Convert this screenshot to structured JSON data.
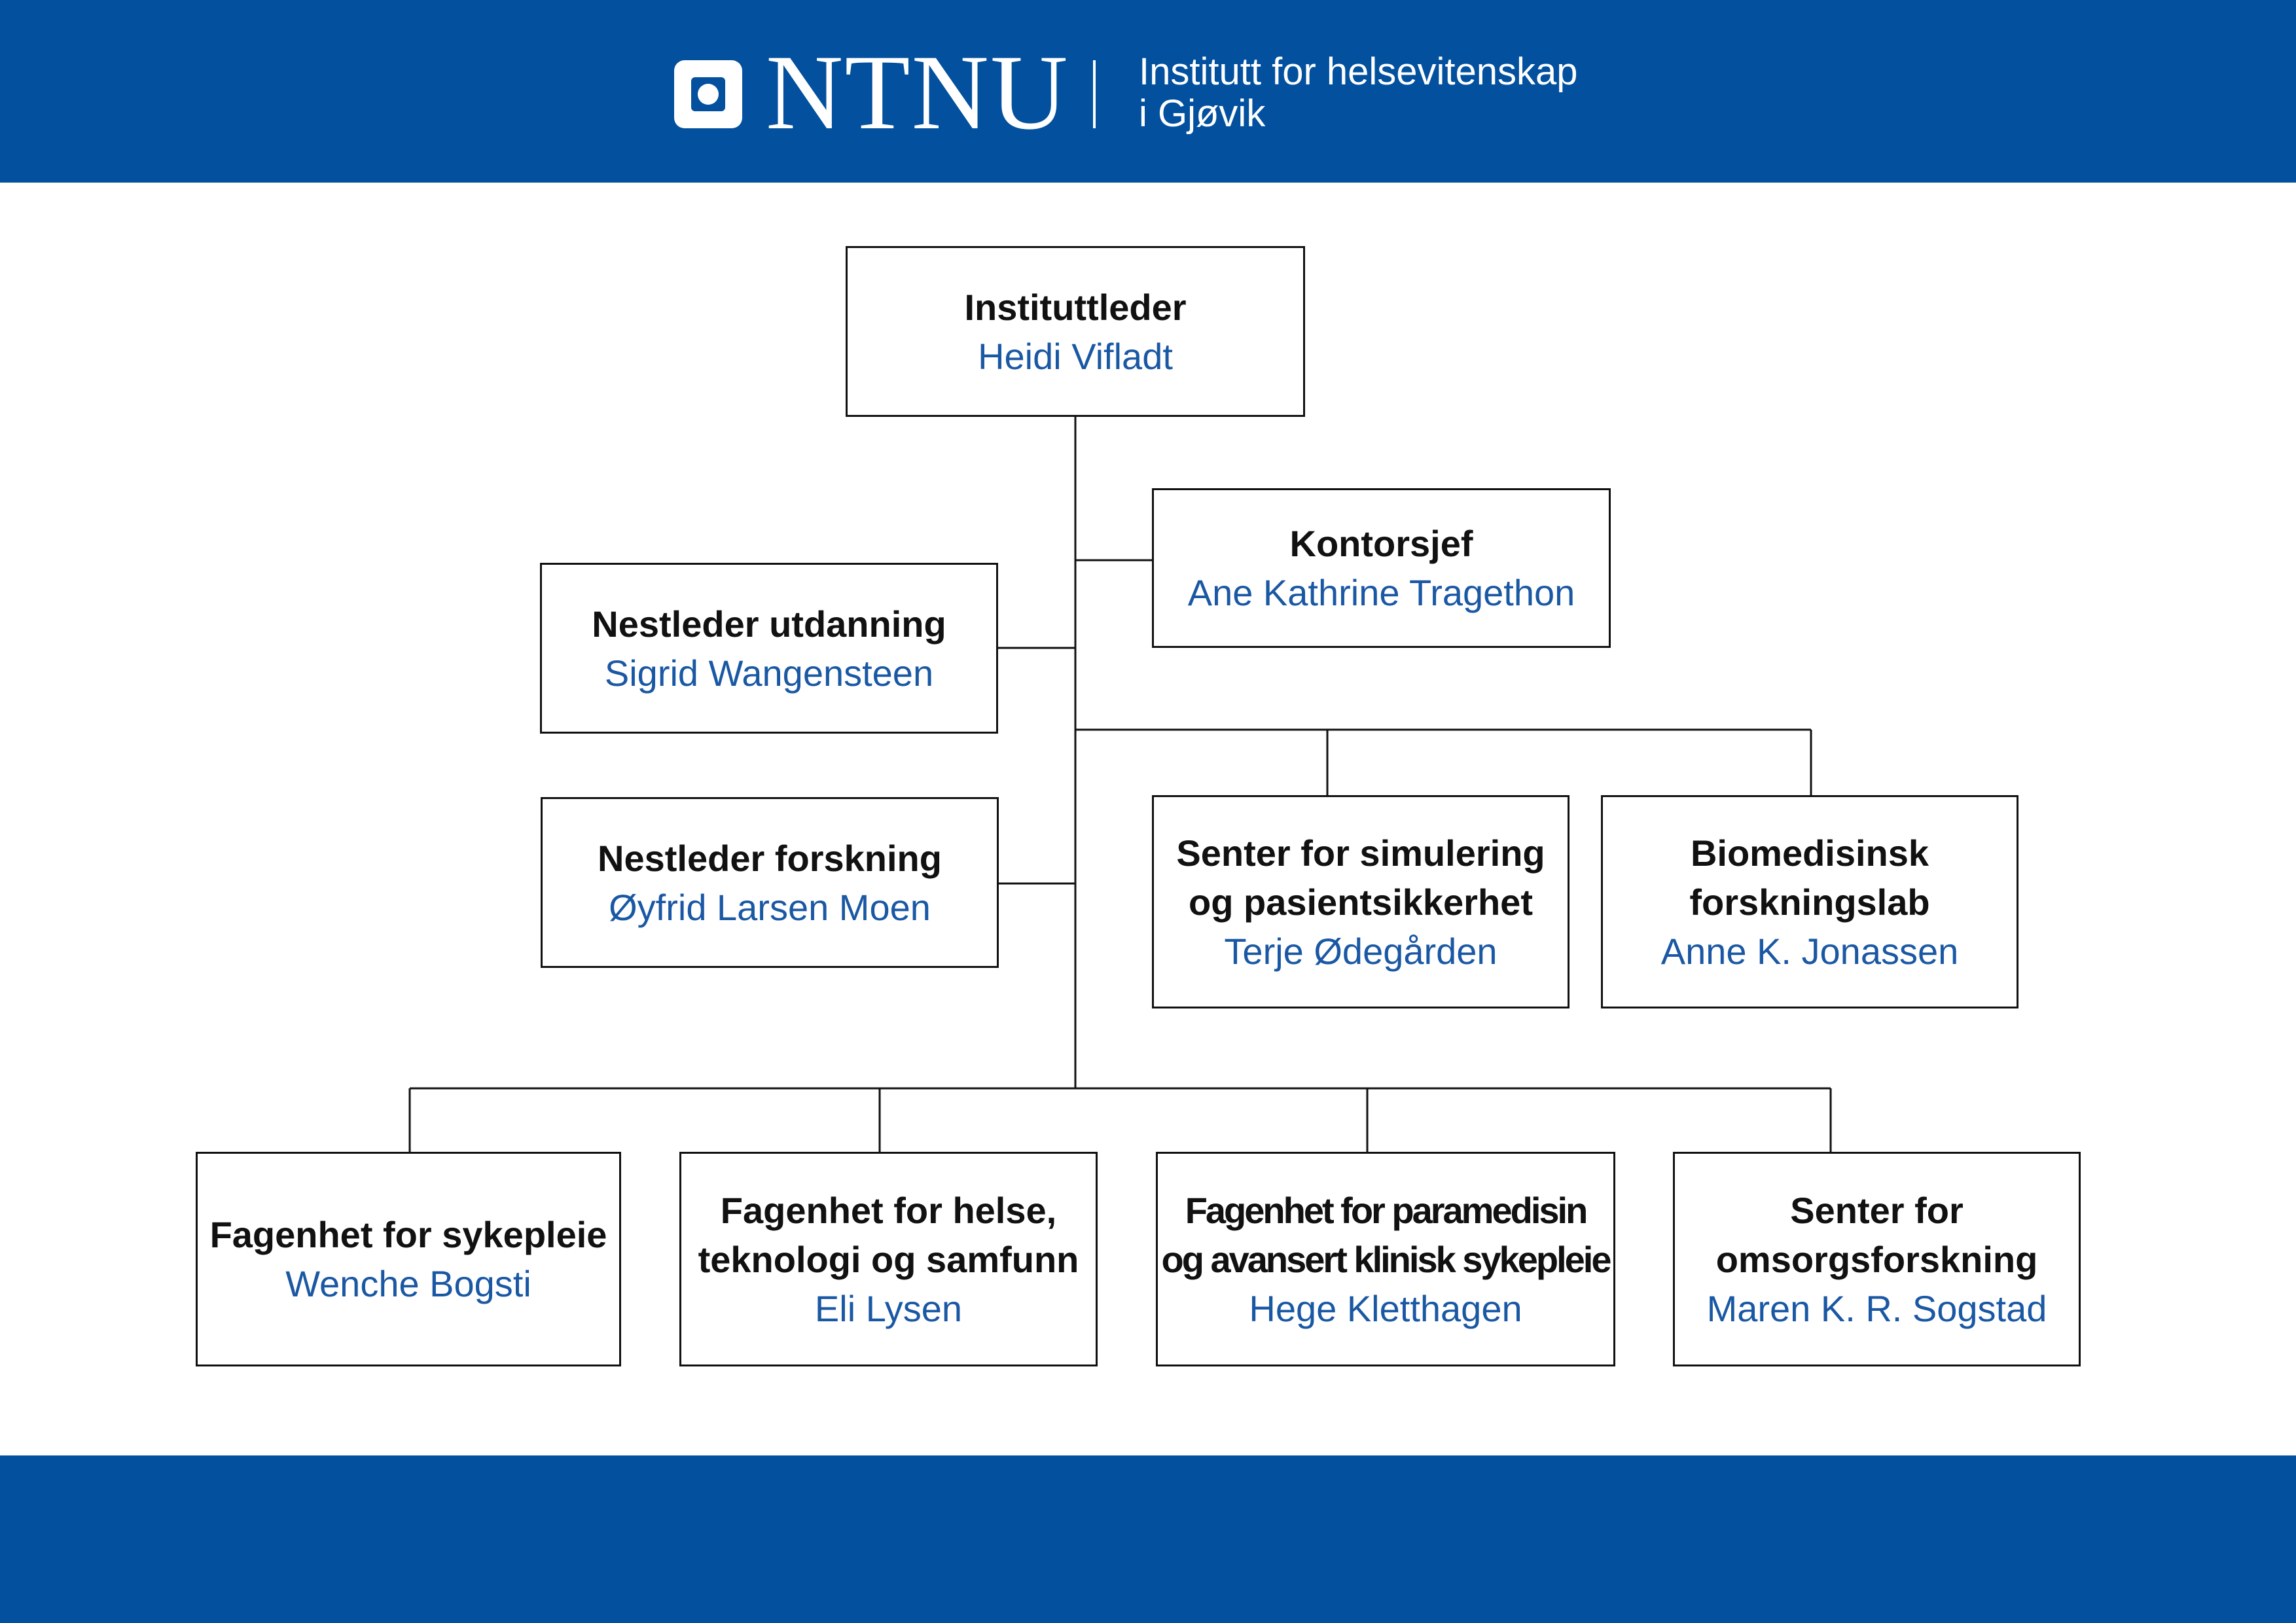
{
  "header": {
    "logo_icon": "ntnu-logo-icon",
    "logo_text": "NTNU",
    "institute_line1": "Institutt for helsevitenskap",
    "institute_line2": "i Gjøvik"
  },
  "colors": {
    "brand_blue": "#02509e",
    "name_blue": "#1a58a4",
    "line": "#111111"
  },
  "org": {
    "head": {
      "role": "Instituttleder",
      "person": "Heidi Vifladt"
    },
    "office": {
      "role": "Kontorsjef",
      "person": "Ane Kathrine Tragethon"
    },
    "deputy_education": {
      "role": "Nestleder utdanning",
      "person": "Sigrid Wangensteen"
    },
    "deputy_research": {
      "role": "Nestleder forskning",
      "person": "Øyfrid Larsen Moen"
    },
    "simulation": {
      "role_line1": "Senter for simulering",
      "role_line2": "og pasientsikkerhet",
      "person": "Terje Ødegården"
    },
    "biomedical": {
      "role_line1": "Biomedisinsk",
      "role_line2": "forskningslab",
      "person": "Anne K. Jonassen"
    },
    "nursing": {
      "role": "Fagenhet for sykepleie",
      "person": "Wenche Bogsti"
    },
    "health_tech": {
      "role_line1": "Fagenhet for helse,",
      "role_line2": "teknologi og samfunn",
      "person": "Eli Lysen"
    },
    "paramedicine": {
      "role_line1": "Fagenhet for paramedisin",
      "role_line2": "og avansert klinisk sykepleie",
      "person": "Hege Kletthagen"
    },
    "care_research": {
      "role_line1": "Senter for",
      "role_line2": "omsorgsforskning",
      "person": "Maren K. R. Sogstad"
    }
  }
}
